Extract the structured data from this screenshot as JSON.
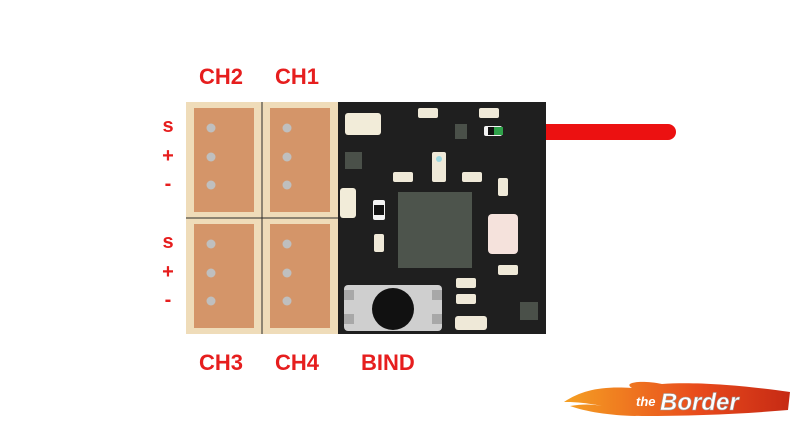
{
  "channels": {
    "ch1": "CH1",
    "ch2": "CH2",
    "ch3": "CH3",
    "ch4": "CH4"
  },
  "bind_label": "BIND",
  "pin_labels_top": [
    "s",
    "+",
    "-"
  ],
  "pin_labels_bottom": [
    "s",
    "+",
    "-"
  ],
  "logo": {
    "text": "theBorder"
  },
  "colors": {
    "label_red": "#e61e1e",
    "board": "#1f1f1f",
    "connector_frame": "#efdcb9",
    "connector_fill": "#d49569",
    "antenna": "#ec1111",
    "chip": "#4d544c"
  }
}
